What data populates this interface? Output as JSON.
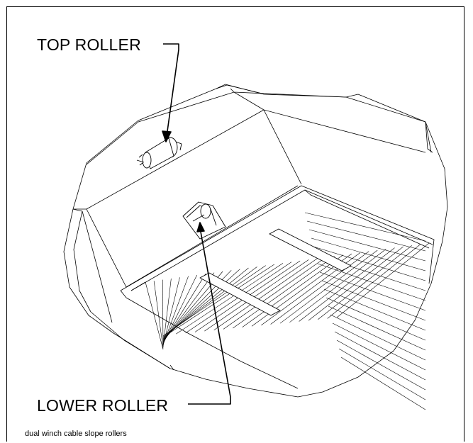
{
  "labels": {
    "top_roller": "TOP ROLLER",
    "lower_roller": "LOWER ROLLER"
  },
  "caption": "dual winch cable slope rollers",
  "colors": {
    "line": "#000000",
    "background": "#ffffff"
  }
}
